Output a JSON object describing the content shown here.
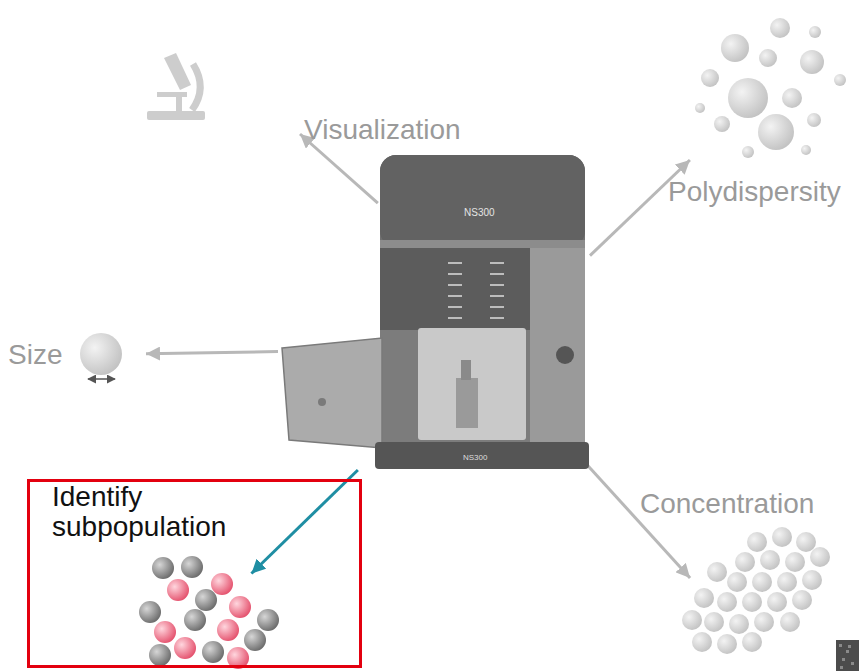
{
  "diagram": {
    "nodes": [
      {
        "text": [
          "NS300"
        ]
      },
      {
        "text": [
          "Visualization"
        ]
      },
      {
        "text": [
          "Polydispersity"
        ]
      },
      {
        "text": [
          "Size"
        ]
      },
      {
        "text": [
          "Identify subpopulation"
        ]
      },
      {
        "text": [
          "Concentration"
        ]
      }
    ],
    "edges": [
      {
        "from": 0,
        "to": 1,
        "arrow": "to"
      },
      {
        "from": 0,
        "to": 2,
        "arrow": "to"
      },
      {
        "from": 0,
        "to": 3,
        "arrow": "to"
      },
      {
        "from": 0,
        "to": 4,
        "arrow": "to"
      },
      {
        "from": 0,
        "to": 5,
        "arrow": "to"
      }
    ],
    "labels": [
      "NS300"
    ]
  }
}
